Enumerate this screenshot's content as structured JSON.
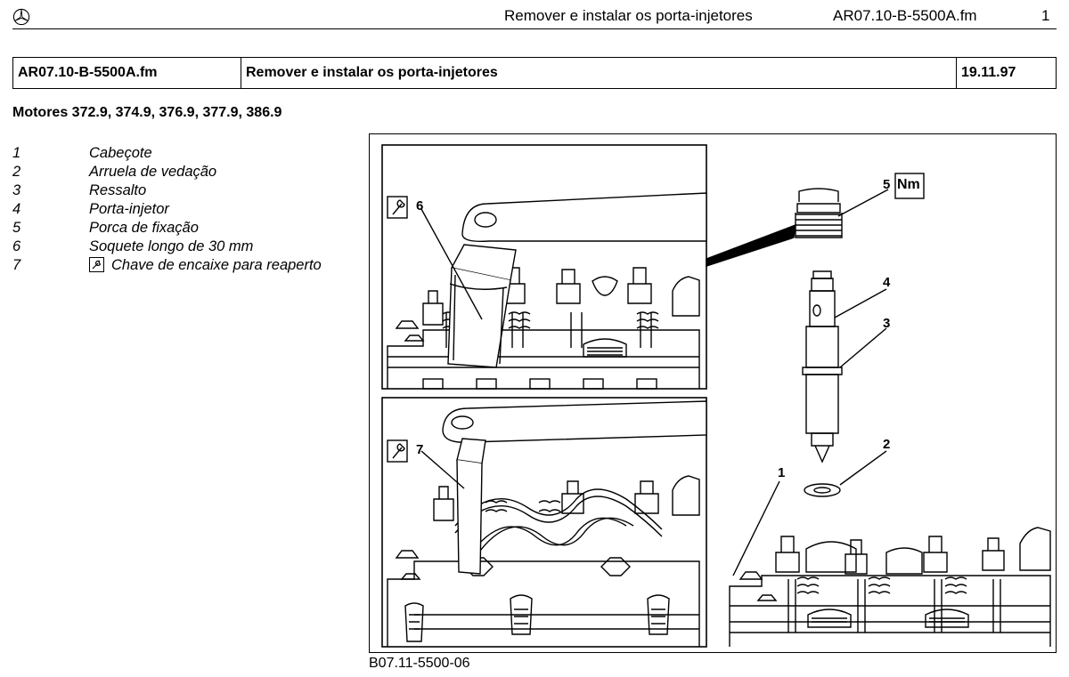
{
  "header": {
    "logo_icon": "mercedes-star-icon",
    "title": "Remover e instalar os porta-injetores",
    "file": "AR07.10-B-5500A.fm",
    "page_number": "1"
  },
  "info_table": {
    "document": "AR07.10-B-5500A.fm",
    "title": "Remover e instalar os porta-injetores",
    "date": "19.11.97"
  },
  "motors": "Motores 372.9, 374.9, 376.9, 377.9, 386.9",
  "legend": [
    {
      "num": "1",
      "label": "Cabeçote"
    },
    {
      "num": "2",
      "label": "Arruela de vedação"
    },
    {
      "num": "3",
      "label": "Ressalto"
    },
    {
      "num": "4",
      "label": "Porta-injetor"
    },
    {
      "num": "5",
      "label": "Porca de fixação"
    },
    {
      "num": "6",
      "label": "Soquete longo de 30 mm"
    },
    {
      "num": "7",
      "label": "Chave de encaixe para reaperto",
      "icon": "wrench-icon"
    }
  ],
  "figure": {
    "callouts": {
      "c1": "1",
      "c2": "2",
      "c3": "3",
      "c4": "4",
      "c5": "5",
      "c6": "6",
      "c7": "7"
    },
    "torque_label": "Nm",
    "caption": "B07.11-5500-06"
  }
}
